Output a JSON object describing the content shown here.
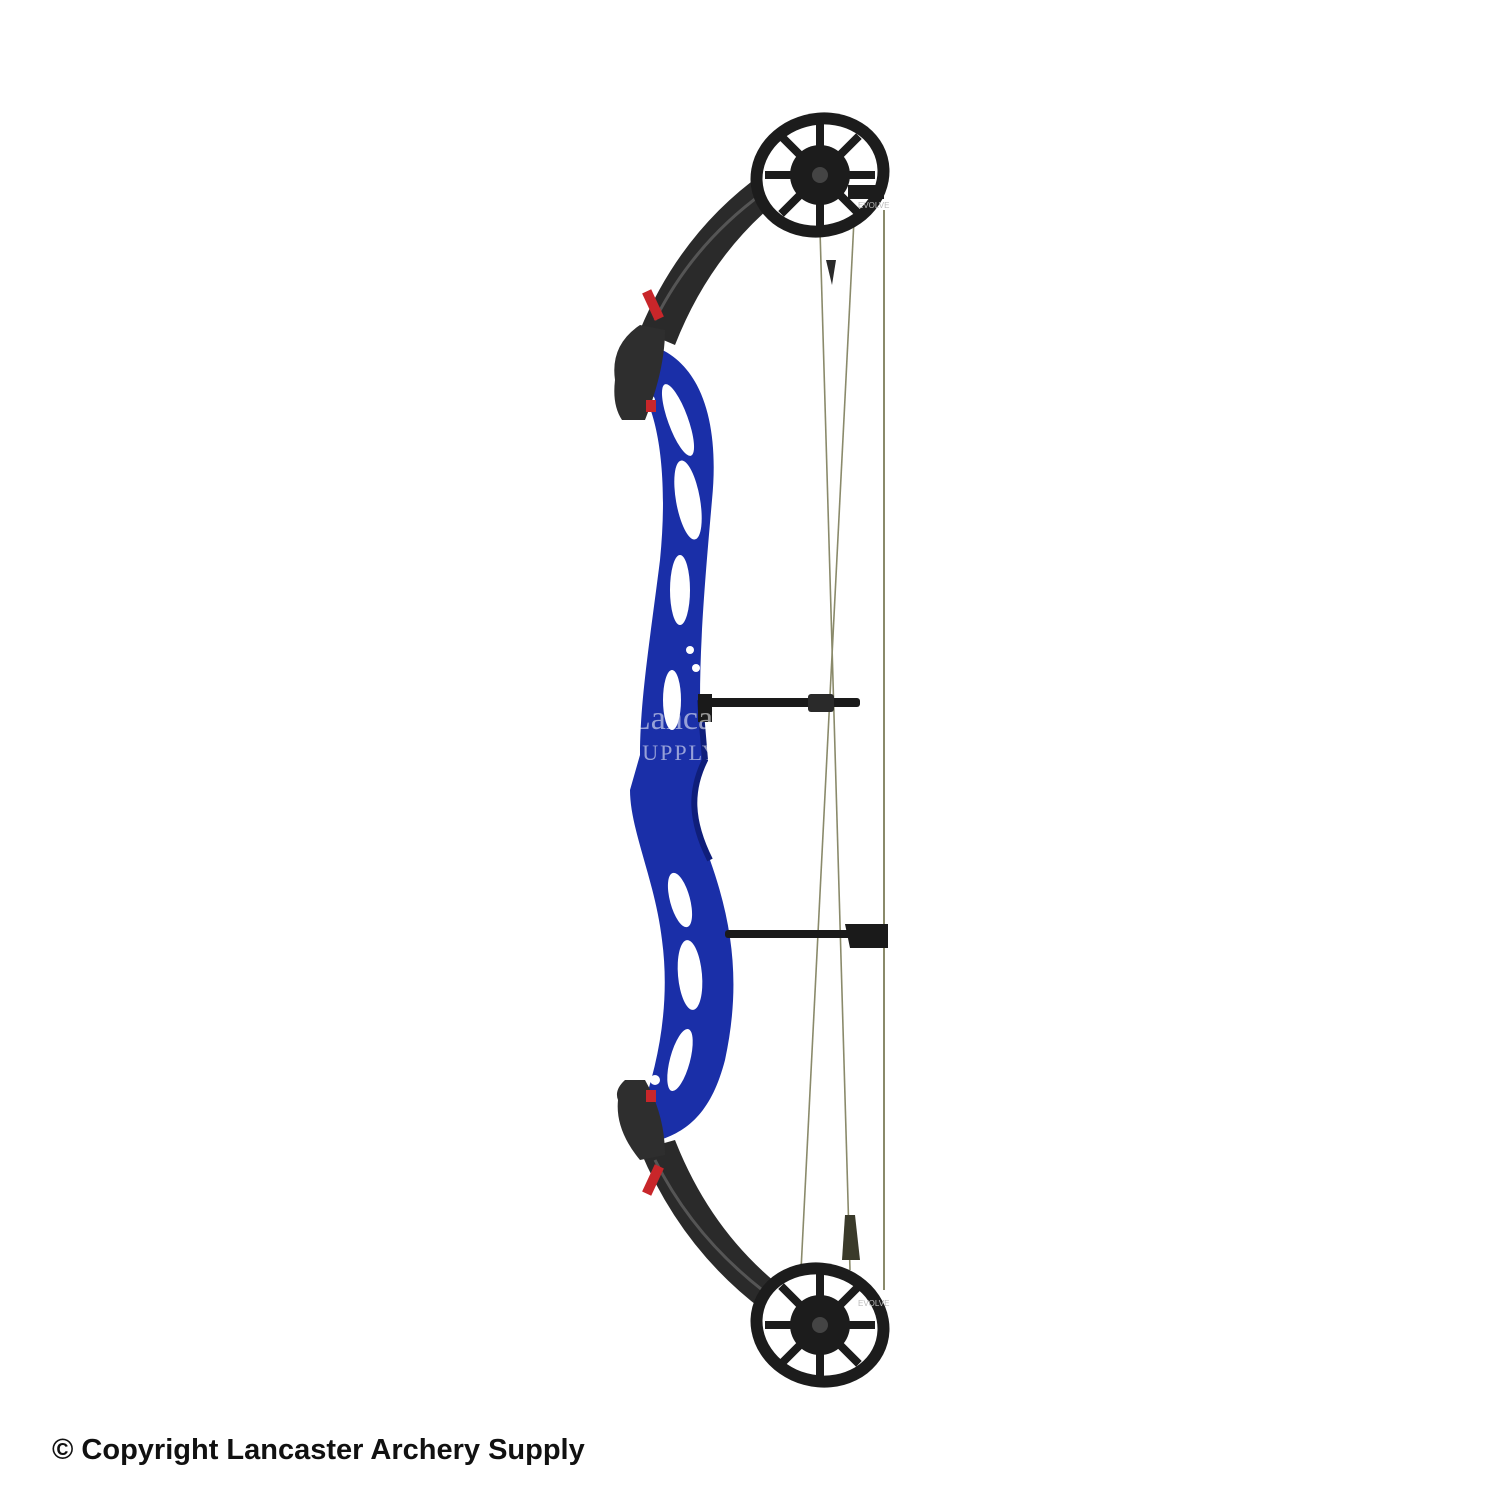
{
  "image": {
    "subject": "Compound bow with blue riser",
    "background_color": "#ffffff"
  },
  "bow": {
    "riser_color": "#1a2fa8",
    "riser_shadow_color": "#0f1e7a",
    "limb_color": "#2a2a2a",
    "cam_color": "#1c1c1c",
    "pocket_color": "#2e2e2e",
    "accent_red": "#c8262a",
    "string_color": "#8a8a6a",
    "stabilizer_color": "#1a1a1a",
    "cam_label": "EVOLVE"
  },
  "watermark": {
    "line1": "Lancaster",
    "line2": "SUPPLY"
  },
  "caption": {
    "text": "© Copyright Lancaster Archery Supply"
  }
}
